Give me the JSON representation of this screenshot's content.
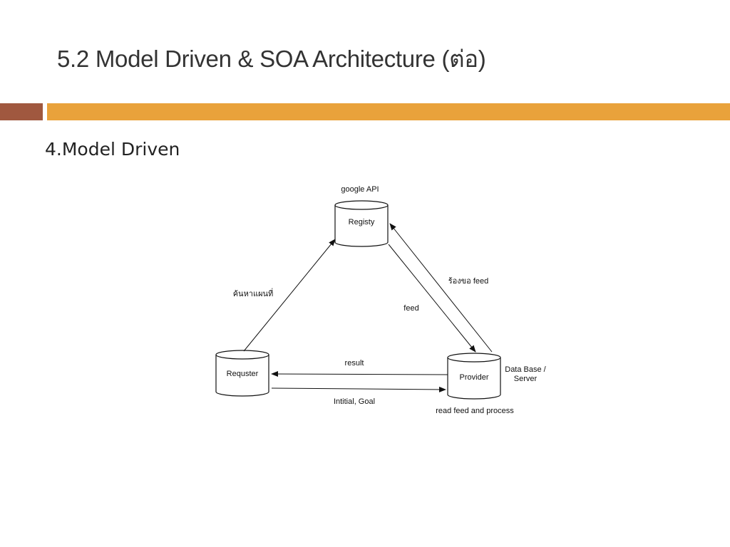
{
  "slide": {
    "title": "5.2 Model Driven & SOA Architecture  (ต่อ)",
    "subtitle": "4.Model Driven"
  },
  "diagram": {
    "nodes": {
      "registry": {
        "label": "Registy",
        "caption": "google API"
      },
      "requester": {
        "label": "Requster"
      },
      "provider": {
        "label": "Provider",
        "side_caption_line1": "Data Base /",
        "side_caption_line2": "Server",
        "bottom_caption": "read feed and process"
      }
    },
    "edges": {
      "requester_to_registry": "ค้นหาแผนที่",
      "registry_to_provider": "feed",
      "provider_to_registry": "ร้องขอ feed",
      "provider_to_requester": "result",
      "requester_to_provider": "Intitial, Goal"
    }
  }
}
